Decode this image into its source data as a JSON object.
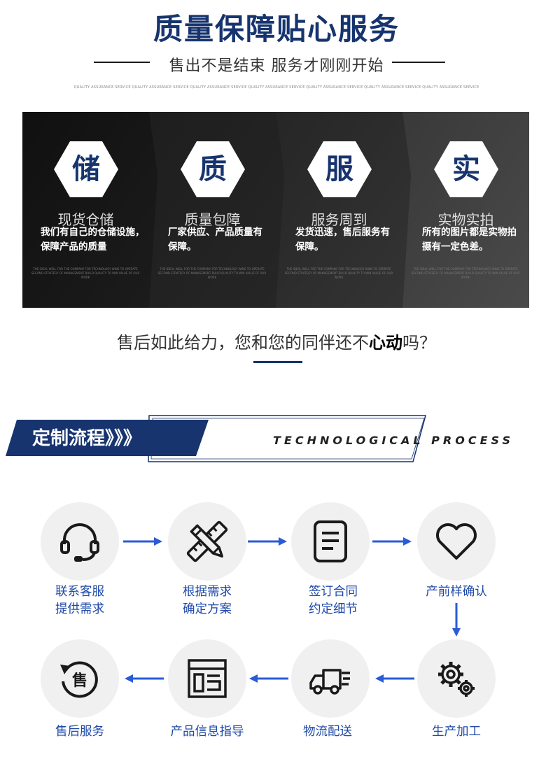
{
  "header": {
    "title": "质量保障贴心服务",
    "subtitle": "售出不是结束 服务才刚刚开始",
    "fine_print": "QUALITY ASSURANCE SERVICE QUALITY ASSURANCE SERVICE QUALITY ASSURANCE SERVICE QUALITY ASSURANCE SERVICE QUALITY ASSURANCE SERVICE QUALITY ASSURANCE SERVICE QUALITY ASSURANCE SERVICE"
  },
  "colors": {
    "brand": "#17346f",
    "step_text": "#1f4aa8",
    "arrow": "#2a5bd7"
  },
  "banner": {
    "panels": [
      {
        "char": "储",
        "title": "现货仓储",
        "desc": "我们有自己的仓储设施，保障产品的质量",
        "fine": "THE IDEAL WELL FOR THE COMPANY FOR TECHNOLOGY WINS TO OPERATE SECOND STRATEGY OF MANAGEMENT BUILD QUALITY TO WIN VALUE OF OUR WORK"
      },
      {
        "char": "质",
        "title": "质量包障",
        "desc": "厂家供应、产品质量有保障。",
        "fine": "THE IDEAL WELL FOR THE COMPANY FOR TECHNOLOGY WINS TO OPERATE SECOND STRATEGY OF MANAGEMENT BUILD QUALITY TO WIN VALUE OF OUR WORK"
      },
      {
        "char": "服",
        "title": "服务周到",
        "desc": "发货迅速，售后服务有保障。",
        "fine": "THE IDEAL WELL FOR THE COMPANY FOR TECHNOLOGY WINS TO OPERATE SECOND STRATEGY OF MANAGEMENT BUILD QUALITY TO WIN VALUE OF OUR WORK"
      },
      {
        "char": "实",
        "title": "实物实拍",
        "desc": "所有的图片都是实物拍摄有一定色差。",
        "fine": "THE IDEAL WELL FOR THE COMPANY FOR TECHNOLOGY WINS TO OPERATE SECOND STRATEGY OF MANAGEMENT BUILD QUALITY TO WIN VALUE OF OUR WORK"
      }
    ]
  },
  "question": {
    "part1": "售后如此给力，您和您的同伴还不",
    "emphasis": "心动",
    "part2": "吗？"
  },
  "process": {
    "title": "定制流程》》》",
    "english": "TECHNOLOGICAL PROCESS",
    "steps": [
      {
        "icon": "headset-icon",
        "line1": "联系客服",
        "line2": "提供需求"
      },
      {
        "icon": "pencil-ruler-icon",
        "line1": "根据需求",
        "line2": "确定方案"
      },
      {
        "icon": "document-icon",
        "line1": "签订合同",
        "line2": "约定细节"
      },
      {
        "icon": "heart-icon",
        "line1": "产前样确认",
        "line2": ""
      },
      {
        "icon": "gears-icon",
        "line1": "生产加工",
        "line2": ""
      },
      {
        "icon": "delivery-truck-icon",
        "line1": "物流配送",
        "line2": ""
      },
      {
        "icon": "product-info-icon",
        "line1": "产品信息指导",
        "line2": ""
      },
      {
        "icon": "after-sales-icon",
        "line1": "售后服务",
        "line2": "",
        "glyph": "售"
      }
    ]
  }
}
